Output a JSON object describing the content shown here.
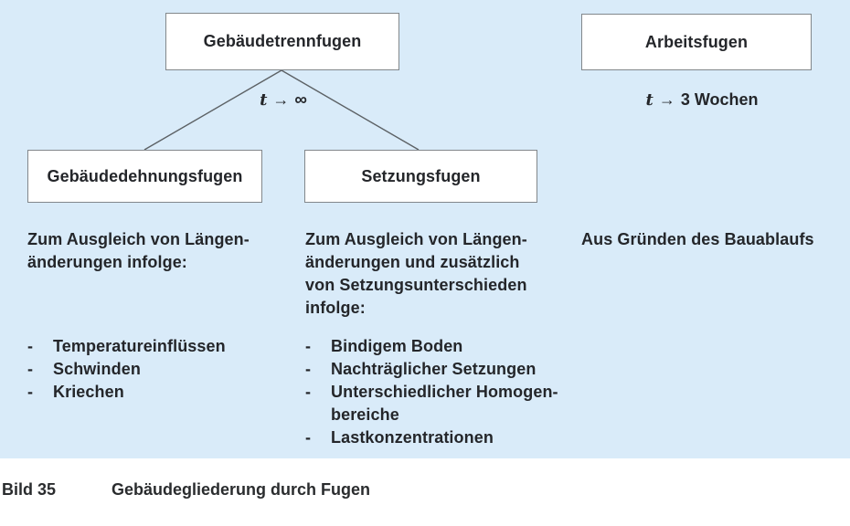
{
  "figure": {
    "caption_label": "Bild 35",
    "caption_text": "Gebäudegliederung durch Fugen"
  },
  "diagram": {
    "boxes": {
      "trennfugen": "Gebäudetrennfugen",
      "arbeitsfugen": "Arbeitsfugen",
      "dehnungsfugen": "Gebäudedehnungsfugen",
      "setzungsfugen": "Setzungsfugen"
    },
    "annotations": {
      "t_infinity": {
        "variable": "t",
        "arrow": "→",
        "value": "∞"
      },
      "t_weeks": {
        "variable": "t",
        "arrow": "→",
        "value": "3 Wochen"
      }
    },
    "columns": {
      "left": {
        "intro": "Zum Ausgleich von Längen-\nänderungen infolge:",
        "bullet": "-",
        "items": [
          "Temperatureinflüssen",
          "Schwinden",
          "Kriechen"
        ]
      },
      "middle": {
        "intro": "Zum Ausgleich von Längen-\nänderungen und zusätzlich\nvon Setzungsunterschieden\ninfolge:",
        "bullet": "-",
        "items": [
          "Bindigem Boden",
          "Nachträglicher Setzungen",
          "Unterschiedlicher Homogen-\nbereiche",
          "Lastkonzentrationen"
        ]
      },
      "right": {
        "text": "Aus Gründen des Bauablaufs"
      }
    },
    "colors": {
      "panel_bg": "#d9ebf9",
      "box_bg": "#ffffff",
      "box_border": "#82878b",
      "line": "#5c6165",
      "ink": "#24262a"
    }
  }
}
